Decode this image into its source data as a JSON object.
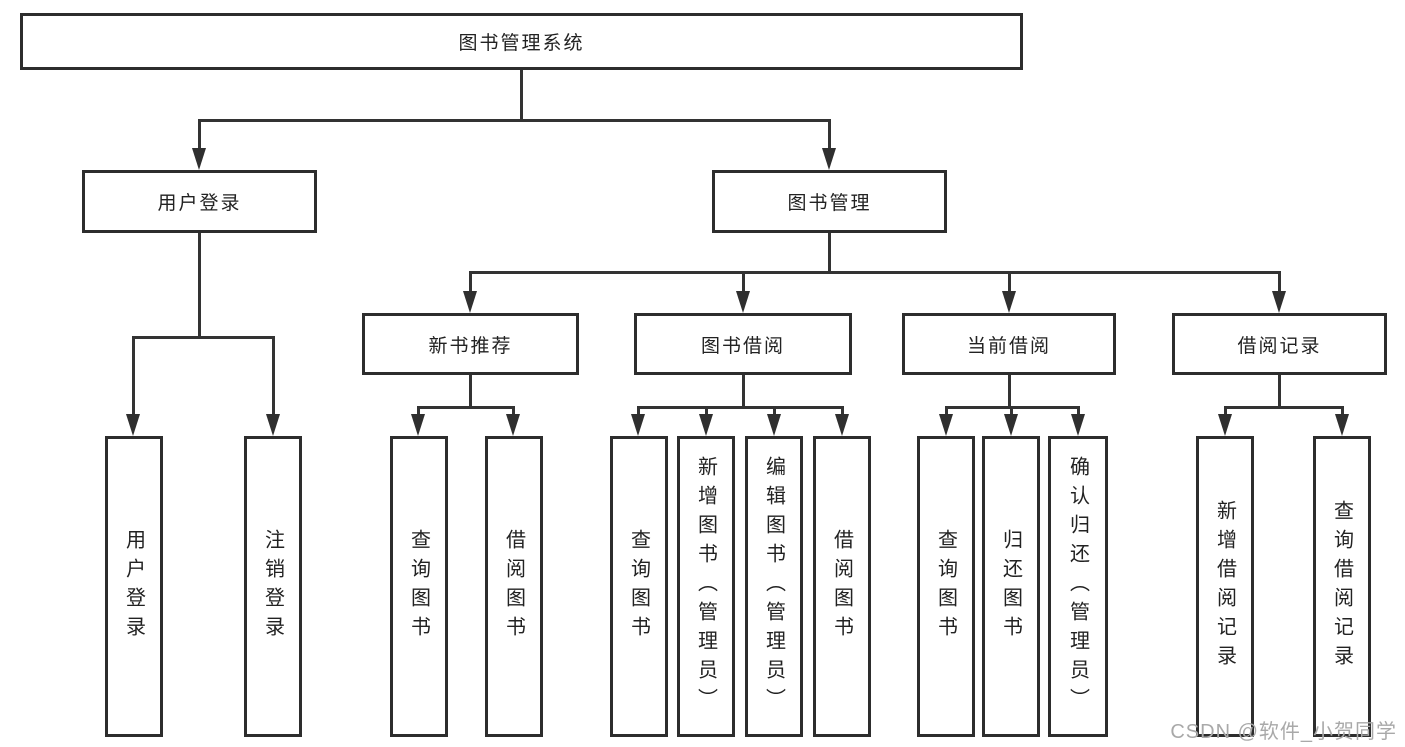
{
  "tree": {
    "root_label": "图书管理系统",
    "user_login": {
      "label": "用户登录",
      "children": [
        "用户登录",
        "注销登录"
      ]
    },
    "book_mgmt": {
      "label": "图书管理",
      "groups": [
        {
          "label": "新书推荐",
          "children": [
            "查询图书",
            "借阅图书"
          ]
        },
        {
          "label": "图书借阅",
          "children": [
            "查询图书",
            "新增图书（管理员）",
            "编辑图书（管理员）",
            "借阅图书"
          ]
        },
        {
          "label": "当前借阅",
          "children": [
            "查询图书",
            "归还图书",
            "确认归还（管理员）"
          ]
        },
        {
          "label": "借阅记录",
          "children": [
            "新增借阅记录",
            "查询借阅记录"
          ]
        }
      ]
    }
  },
  "watermark": {
    "text": "CSDN @软件_小贺同学"
  },
  "colors": {
    "line": "#333333",
    "box_border": "#2d2d2d",
    "text": "#222222",
    "watermark": "#a9a9a9",
    "background": "#ffffff"
  }
}
